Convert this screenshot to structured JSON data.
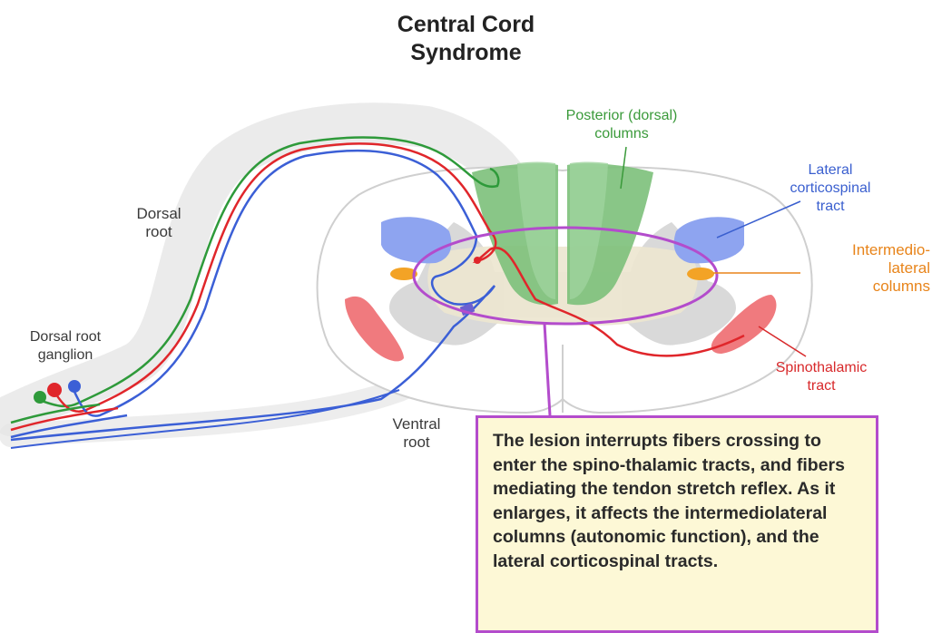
{
  "title": {
    "line1": "Central Cord",
    "line2": "Syndrome"
  },
  "labels": {
    "dorsal_root": [
      "Dorsal",
      "root"
    ],
    "dorsal_root_ganglion": [
      "Dorsal root",
      "ganglion"
    ],
    "ventral_root": [
      "Ventral",
      "root"
    ],
    "posterior_columns": [
      "Posterior (dorsal)",
      "columns"
    ],
    "lateral_corticospinal": [
      "Lateral",
      "corticospinal",
      "tract"
    ],
    "intermediolateral": [
      "Intermedio-",
      "lateral",
      "columns"
    ],
    "spinothalamic": [
      "Spinothalamic",
      "tract"
    ]
  },
  "callout": {
    "text": "The lesion interrupts fibers crossing to enter the spino-thalamic tracts, and fibers mediating the tendon stretch reflex. As it enlarges, it affects the intermediolateral columns (autonomic function), and the lateral corticospinal tracts."
  },
  "colors": {
    "dorsal_columns": "#7cc07a",
    "corticospinal": "#8ea4f0",
    "intermediolateral": "#f3a326",
    "spinothalamic": "#f07a7e",
    "lesion_outline": "#b34ccc",
    "gray_matter": "#d9d9d9",
    "fiber_green": "#2e9a3a",
    "fiber_red": "#e0262b",
    "fiber_blue": "#3b5fd6"
  }
}
